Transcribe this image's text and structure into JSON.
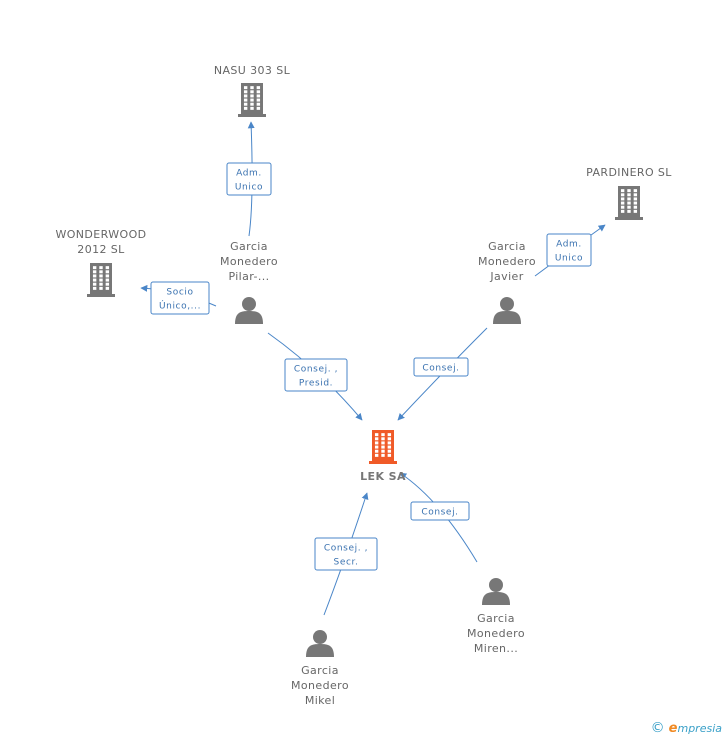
{
  "colors": {
    "edge": "#4a86c8",
    "node_gray": "#777777",
    "node_main": "#f05a28"
  },
  "nodes": [
    {
      "id": "nasu",
      "type": "company",
      "label": [
        "NASU 303 SL"
      ],
      "main": false
    },
    {
      "id": "pardinero",
      "type": "company",
      "label": [
        "PARDINERO SL"
      ],
      "main": false
    },
    {
      "id": "wonderwood",
      "type": "company",
      "label": [
        "WONDERWOOD",
        "2012 SL"
      ],
      "main": false
    },
    {
      "id": "pilar",
      "type": "person",
      "label": [
        "Garcia",
        "Monedero",
        "Pilar-..."
      ],
      "main": false
    },
    {
      "id": "javier",
      "type": "person",
      "label": [
        "Garcia",
        "Monedero",
        "Javier"
      ],
      "main": false
    },
    {
      "id": "lek",
      "type": "company",
      "label": [
        "LEK SA"
      ],
      "main": true
    },
    {
      "id": "miren",
      "type": "person",
      "label": [
        "Garcia",
        "Monedero",
        "Miren..."
      ],
      "main": false
    },
    {
      "id": "mikel",
      "type": "person",
      "label": [
        "Garcia",
        "Monedero",
        "Mikel"
      ],
      "main": false
    }
  ],
  "edges": [
    {
      "from": "pilar",
      "to": "nasu",
      "label": [
        "Adm.",
        "Unico"
      ]
    },
    {
      "from": "pilar",
      "to": "wonderwood",
      "label": [
        "Socio",
        "Único,..."
      ]
    },
    {
      "from": "javier",
      "to": "pardinero",
      "label": [
        "Adm.",
        "Unico"
      ]
    },
    {
      "from": "pilar",
      "to": "lek",
      "label": [
        "Consej. ,",
        "Presid."
      ]
    },
    {
      "from": "javier",
      "to": "lek",
      "label": [
        "Consej."
      ]
    },
    {
      "from": "miren",
      "to": "lek",
      "label": [
        "Consej."
      ]
    },
    {
      "from": "mikel",
      "to": "lek",
      "label": [
        "Consej. ,",
        "Secr."
      ]
    }
  ],
  "footer": {
    "copyright": "©",
    "brand_initial": "e",
    "brand_rest": "mpresia"
  }
}
